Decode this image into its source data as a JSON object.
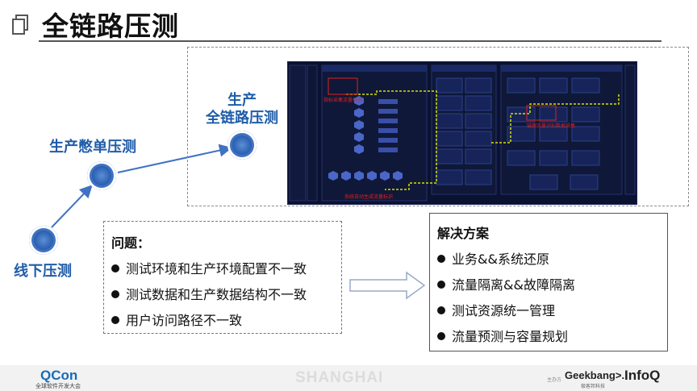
{
  "page": {
    "title": "全链路压测"
  },
  "stages": {
    "offline": "线下压测",
    "single": "生产憋单压测",
    "full_line1": "生产",
    "full_line2": "全链路压测"
  },
  "screenshot": {
    "caption1": "指标采集流量标识",
    "caption2": "链路流量识别数据采集",
    "caption3": "系统自动生成流量标识"
  },
  "problems": {
    "title": "问题：",
    "items": [
      "测试环境和生产环境配置不一致",
      "测试数据和生产数据结构不一致",
      "用户访问路径不一致"
    ]
  },
  "solutions": {
    "title": "解决方案",
    "items": [
      "业务&&系统还原",
      "流量隔离&&故障隔离",
      "测试资源统一管理",
      "流量预测与容量规划"
    ]
  },
  "footer": {
    "qcon": "QCon",
    "qcon_sub": "全球软件开发大会",
    "city": "SHANGHAI",
    "organizer": "主办方",
    "geekbang": "Geekbang>.",
    "geekbang_sub": "极客邦科技",
    "infoq": "InfoQ"
  },
  "colors": {
    "accent_blue": "#1f5ca8",
    "node_blue": "#2b5fb0",
    "dashboard_bg": "#0b1230",
    "path_yellow": "#d8e000",
    "highlight_red": "#e02020"
  },
  "icons": [
    "copy-pages-icon",
    "arrow-right-icon",
    "bullet-icon"
  ]
}
